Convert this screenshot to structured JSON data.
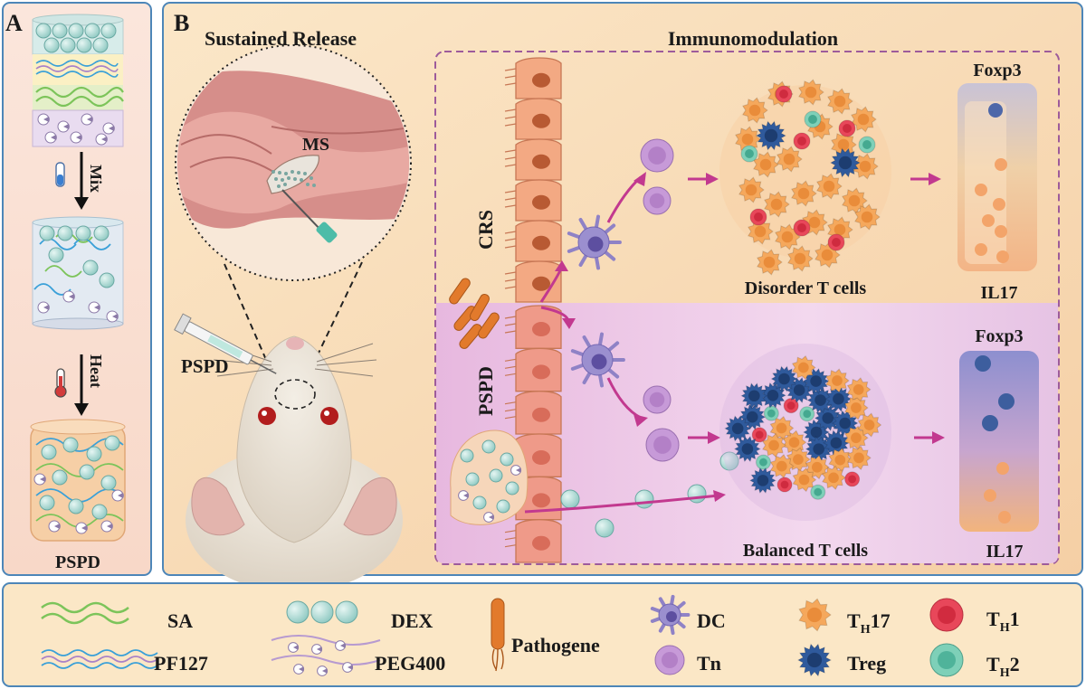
{
  "panel_a": {
    "letter": "A",
    "step1": "Mix",
    "step2": "Heat",
    "product": "PSPD"
  },
  "panel_b": {
    "letter": "B",
    "sustained_title": "Sustained Release",
    "immuno_title": "Immunomodulation",
    "ms_label": "MS",
    "pspd_label": "PSPD",
    "crs_tissue": "CRS",
    "pspd_tissue": "PSPD",
    "disorder_caption": "Disorder T cells",
    "balanced_caption": "Balanced T cells",
    "foxp3_top": "Foxp3",
    "il17_top": "IL17",
    "foxp3_bottom": "Foxp3",
    "il17_bottom": "IL17"
  },
  "legend": {
    "sa": "SA",
    "pf127": "PF127",
    "dex": "DEX",
    "peg400": "PEG400",
    "pathogene": "Pathogene",
    "dc": "DC",
    "tn": "Tn",
    "th17_main": "T",
    "th17_sub": "H",
    "th17_suffix": "17",
    "treg": "Treg",
    "th1_main": "T",
    "th1_sub": "H",
    "th1_suffix": "1",
    "th2_main": "T",
    "th2_sub": "H",
    "th2_suffix": "2"
  },
  "colors": {
    "panel_border": "#4d86b8",
    "orange_bg": "#f9dfb8",
    "purple_bg": "#ecc6e6",
    "tissue": "#f1a080",
    "nucleus": "#b85a33",
    "th17": "#f5a85c",
    "th1": "#e8475a",
    "th2": "#7ed0b8",
    "treg": "#2f5a9c",
    "tn": "#c79ad8",
    "dc": "#9b8fcf",
    "dex": "#a9d9d3",
    "arrow": "#c2398f",
    "sa": "#7cc45a",
    "pf127_blue": "#3aa0d8",
    "pf127_purple": "#a982c7",
    "pathogene": "#e27a2c"
  }
}
